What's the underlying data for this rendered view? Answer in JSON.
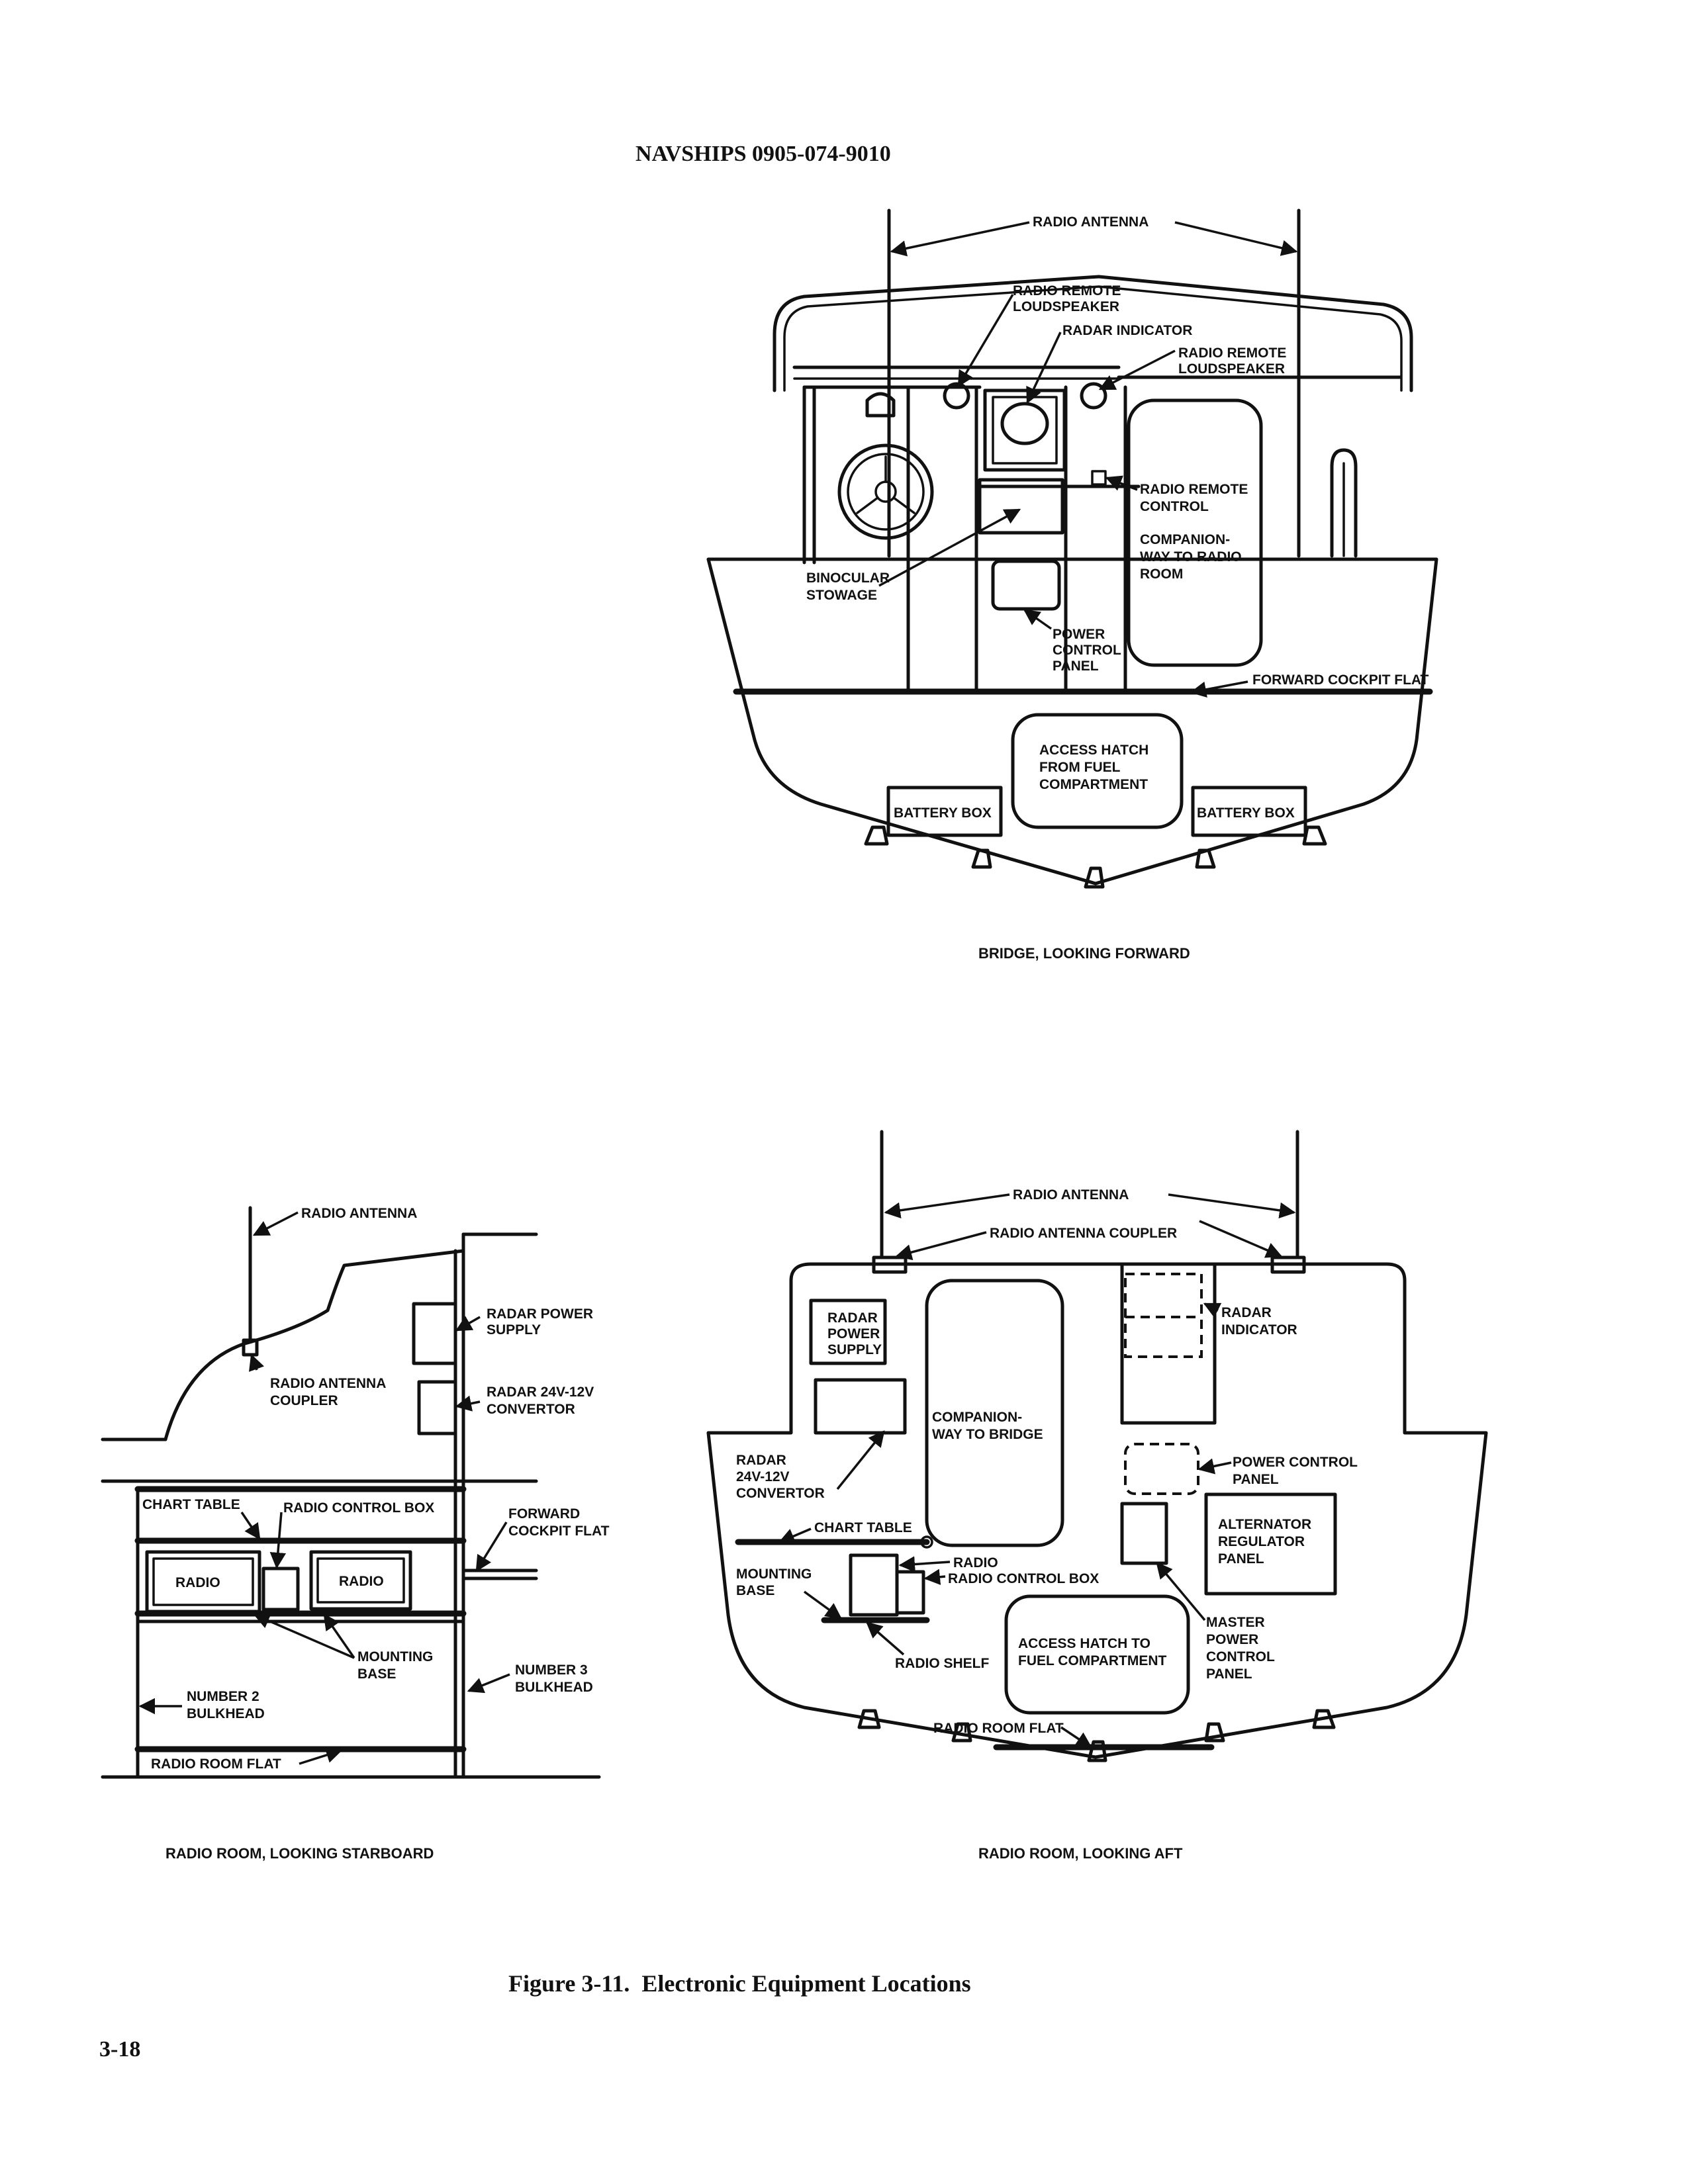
{
  "header": {
    "doc_number": "NAVSHIPS 0905-074-9010"
  },
  "bridge": {
    "caption": "BRIDGE, LOOKING FORWARD",
    "labels": {
      "radio_antenna": "RADIO ANTENNA",
      "loudspeaker_l1": "RADIO REMOTE",
      "loudspeaker_l2": "LOUDSPEAKER",
      "radar_indicator": "RADAR INDICATOR",
      "loudspeaker2_l1": "RADIO REMOTE",
      "loudspeaker2_l2": "LOUDSPEAKER",
      "remote_control_l1": "RADIO REMOTE",
      "remote_control_l2": "CONTROL",
      "companionway_l1": "COMPANION-",
      "companionway_l2": "WAY TO RADIO",
      "companionway_l3": "ROOM",
      "binocular_l1": "BINOCULAR",
      "binocular_l2": "STOWAGE",
      "power_panel_l1": "POWER",
      "power_panel_l2": "CONTROL",
      "power_panel_l3": "PANEL",
      "forward_cockpit_flat": "FORWARD COCKPIT FLAT",
      "access_hatch_l1": "ACCESS HATCH",
      "access_hatch_l2": "FROM FUEL",
      "access_hatch_l3": "COMPARTMENT",
      "battery_box_left": "BATTERY BOX",
      "battery_box_right": "BATTERY BOX"
    }
  },
  "starboard": {
    "caption": "RADIO ROOM, LOOKING STARBOARD",
    "labels": {
      "radio_antenna": "RADIO ANTENNA",
      "coupler_l1": "RADIO ANTENNA",
      "coupler_l2": "COUPLER",
      "radar_power_l1": "RADAR POWER",
      "radar_power_l2": "SUPPLY",
      "convertor_l1": "RADAR 24V-12V",
      "convertor_l2": "CONVERTOR",
      "chart_table": "CHART TABLE",
      "radio_control_box": "RADIO CONTROL BOX",
      "forward_flat_l1": "FORWARD",
      "forward_flat_l2": "COCKPIT FLAT",
      "radio_left": "RADIO",
      "radio_right": "RADIO",
      "mounting_l1": "MOUNTING",
      "mounting_l2": "BASE",
      "bulkhead3_l1": "NUMBER 3",
      "bulkhead3_l2": "BULKHEAD",
      "bulkhead2_l1": "NUMBER 2",
      "bulkhead2_l2": "BULKHEAD",
      "radio_room_flat": "RADIO ROOM FLAT"
    }
  },
  "aft": {
    "caption": "RADIO ROOM, LOOKING AFT",
    "labels": {
      "radio_antenna": "RADIO ANTENNA",
      "antenna_coupler": "RADIO ANTENNA COUPLER",
      "radar_power_l1": "RADAR",
      "radar_power_l2": "POWER",
      "radar_power_l3": "SUPPLY",
      "companionway_l1": "COMPANION-",
      "companionway_l2": "WAY TO BRIDGE",
      "radar_indicator_l1": "RADAR",
      "radar_indicator_l2": "INDICATOR",
      "convertor_l1": "RADAR",
      "convertor_l2": "24V-12V",
      "convertor_l3": "CONVERTOR",
      "power_panel_l1": "POWER CONTROL",
      "power_panel_l2": "PANEL",
      "chart_table": "CHART TABLE",
      "alternator_l1": "ALTERNATOR",
      "alternator_l2": "REGULATOR",
      "alternator_l3": "PANEL",
      "radio": "RADIO",
      "radio_control_box": "RADIO CONTROL BOX",
      "mounting_l1": "MOUNTING",
      "mounting_l2": "BASE",
      "master_l1": "MASTER",
      "master_l2": "POWER",
      "master_l3": "CONTROL",
      "master_l4": "PANEL",
      "radio_shelf": "RADIO SHELF",
      "access_hatch_l1": "ACCESS HATCH TO",
      "access_hatch_l2": "FUEL COMPARTMENT",
      "radio_room_flat": "RADIO ROOM FLAT"
    }
  },
  "figure_caption": "Figure 3-11.  Electronic Equipment Locations",
  "page_number": "3-18"
}
